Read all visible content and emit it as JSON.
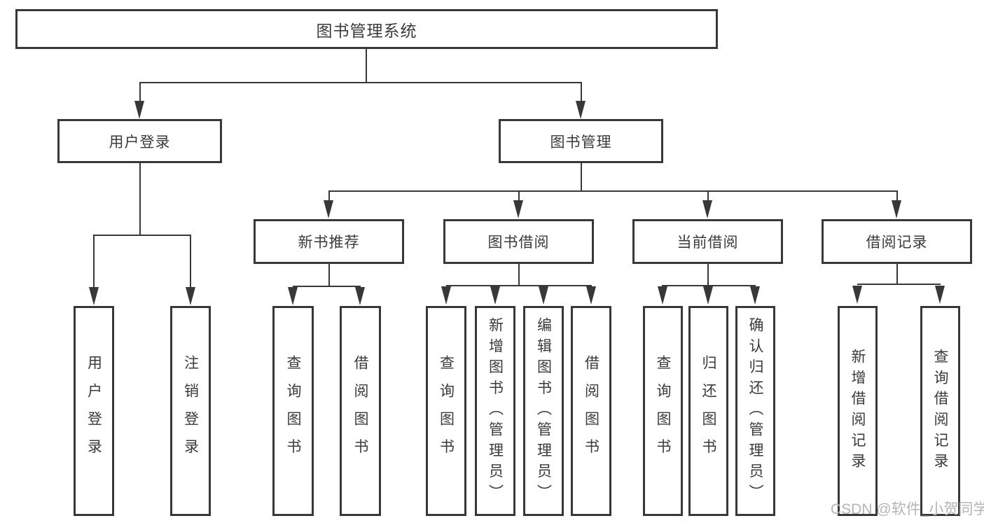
{
  "colors": {
    "line": "#383838",
    "text": "#3a3a3a",
    "watermark": "#b4b4b8",
    "bg": "#ffffff"
  },
  "watermark": {
    "text": "CSDN @软件_小贺同学"
  },
  "tree": {
    "label": "图书管理系统",
    "children": [
      {
        "label": "用户登录",
        "children": [
          {
            "label": "用户登录"
          },
          {
            "label": "注销登录"
          }
        ]
      },
      {
        "label": "图书管理",
        "children": [
          {
            "label": "新书推荐",
            "children": [
              {
                "label": "查询图书"
              },
              {
                "label": "借阅图书"
              }
            ]
          },
          {
            "label": "图书借阅",
            "children": [
              {
                "label": "查询图书"
              },
              {
                "label": "新增图书（管理员）"
              },
              {
                "label": "编辑图书（管理员）"
              },
              {
                "label": "借阅图书"
              }
            ]
          },
          {
            "label": "当前借阅",
            "children": [
              {
                "label": "查询图书"
              },
              {
                "label": "归还图书"
              },
              {
                "label": "确认归还（管理员）"
              }
            ]
          },
          {
            "label": "借阅记录",
            "children": [
              {
                "label": "新增借阅记录"
              },
              {
                "label": "查询借阅记录"
              }
            ]
          }
        ]
      }
    ]
  }
}
